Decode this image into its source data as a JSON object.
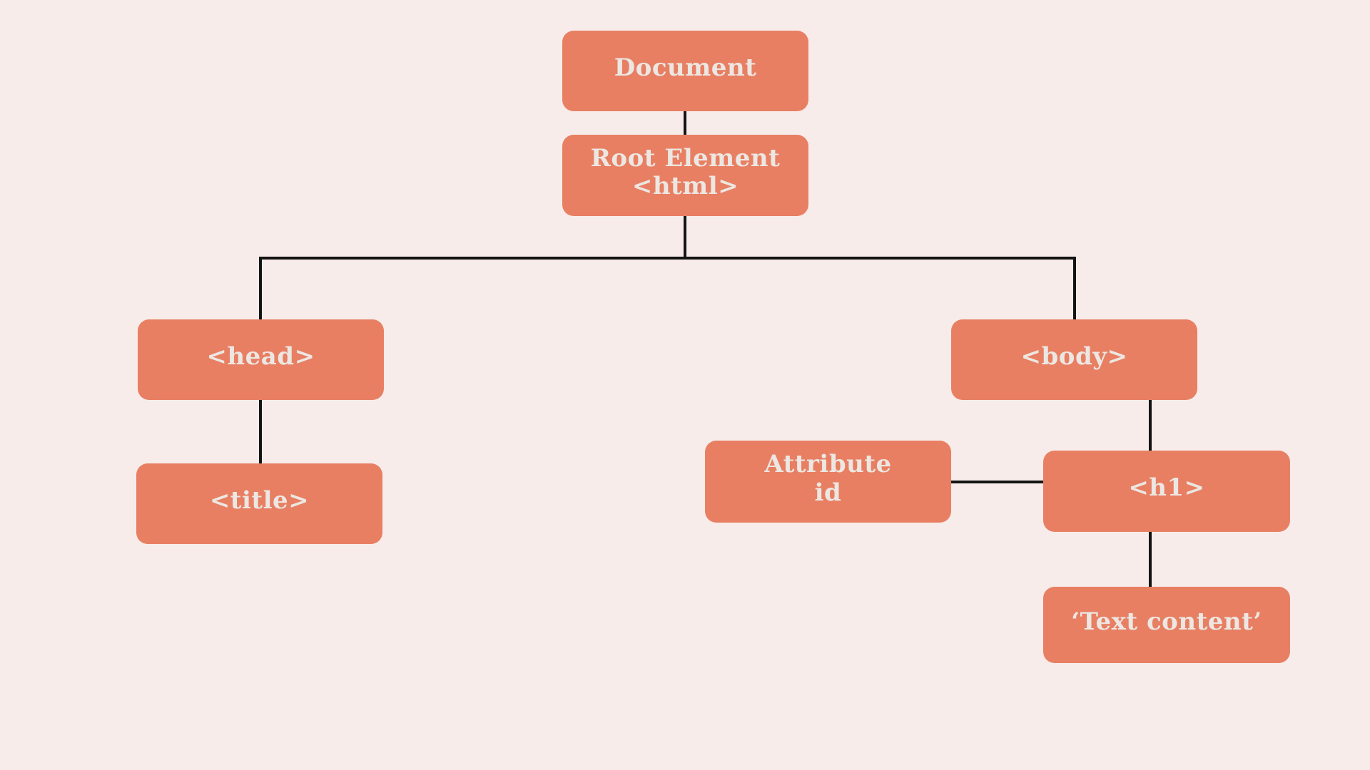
{
  "diagram": {
    "type": "tree",
    "nodes": {
      "document": {
        "label": "Document"
      },
      "root": {
        "label": "Root Element\n<html>"
      },
      "head": {
        "label": "<head>"
      },
      "title": {
        "label": "<title>"
      },
      "body": {
        "label": "<body>"
      },
      "attribute": {
        "label": "Attribute\nid"
      },
      "h1": {
        "label": "<h1>"
      },
      "text_content": {
        "label": "‘Text content’"
      }
    },
    "edges": [
      {
        "from": "document",
        "to": "root",
        "type": "parent-child"
      },
      {
        "from": "root",
        "to": "head",
        "type": "parent-child"
      },
      {
        "from": "root",
        "to": "body",
        "type": "parent-child"
      },
      {
        "from": "head",
        "to": "title",
        "type": "parent-child"
      },
      {
        "from": "body",
        "to": "h1",
        "type": "parent-child"
      },
      {
        "from": "attribute",
        "to": "h1",
        "type": "attribute-link"
      },
      {
        "from": "h1",
        "to": "text_content",
        "type": "parent-child"
      }
    ],
    "colors": {
      "background": "#f7ece9",
      "node_fill": "#e87f63",
      "node_text": "#ece7e2",
      "connector": "#141414"
    }
  }
}
